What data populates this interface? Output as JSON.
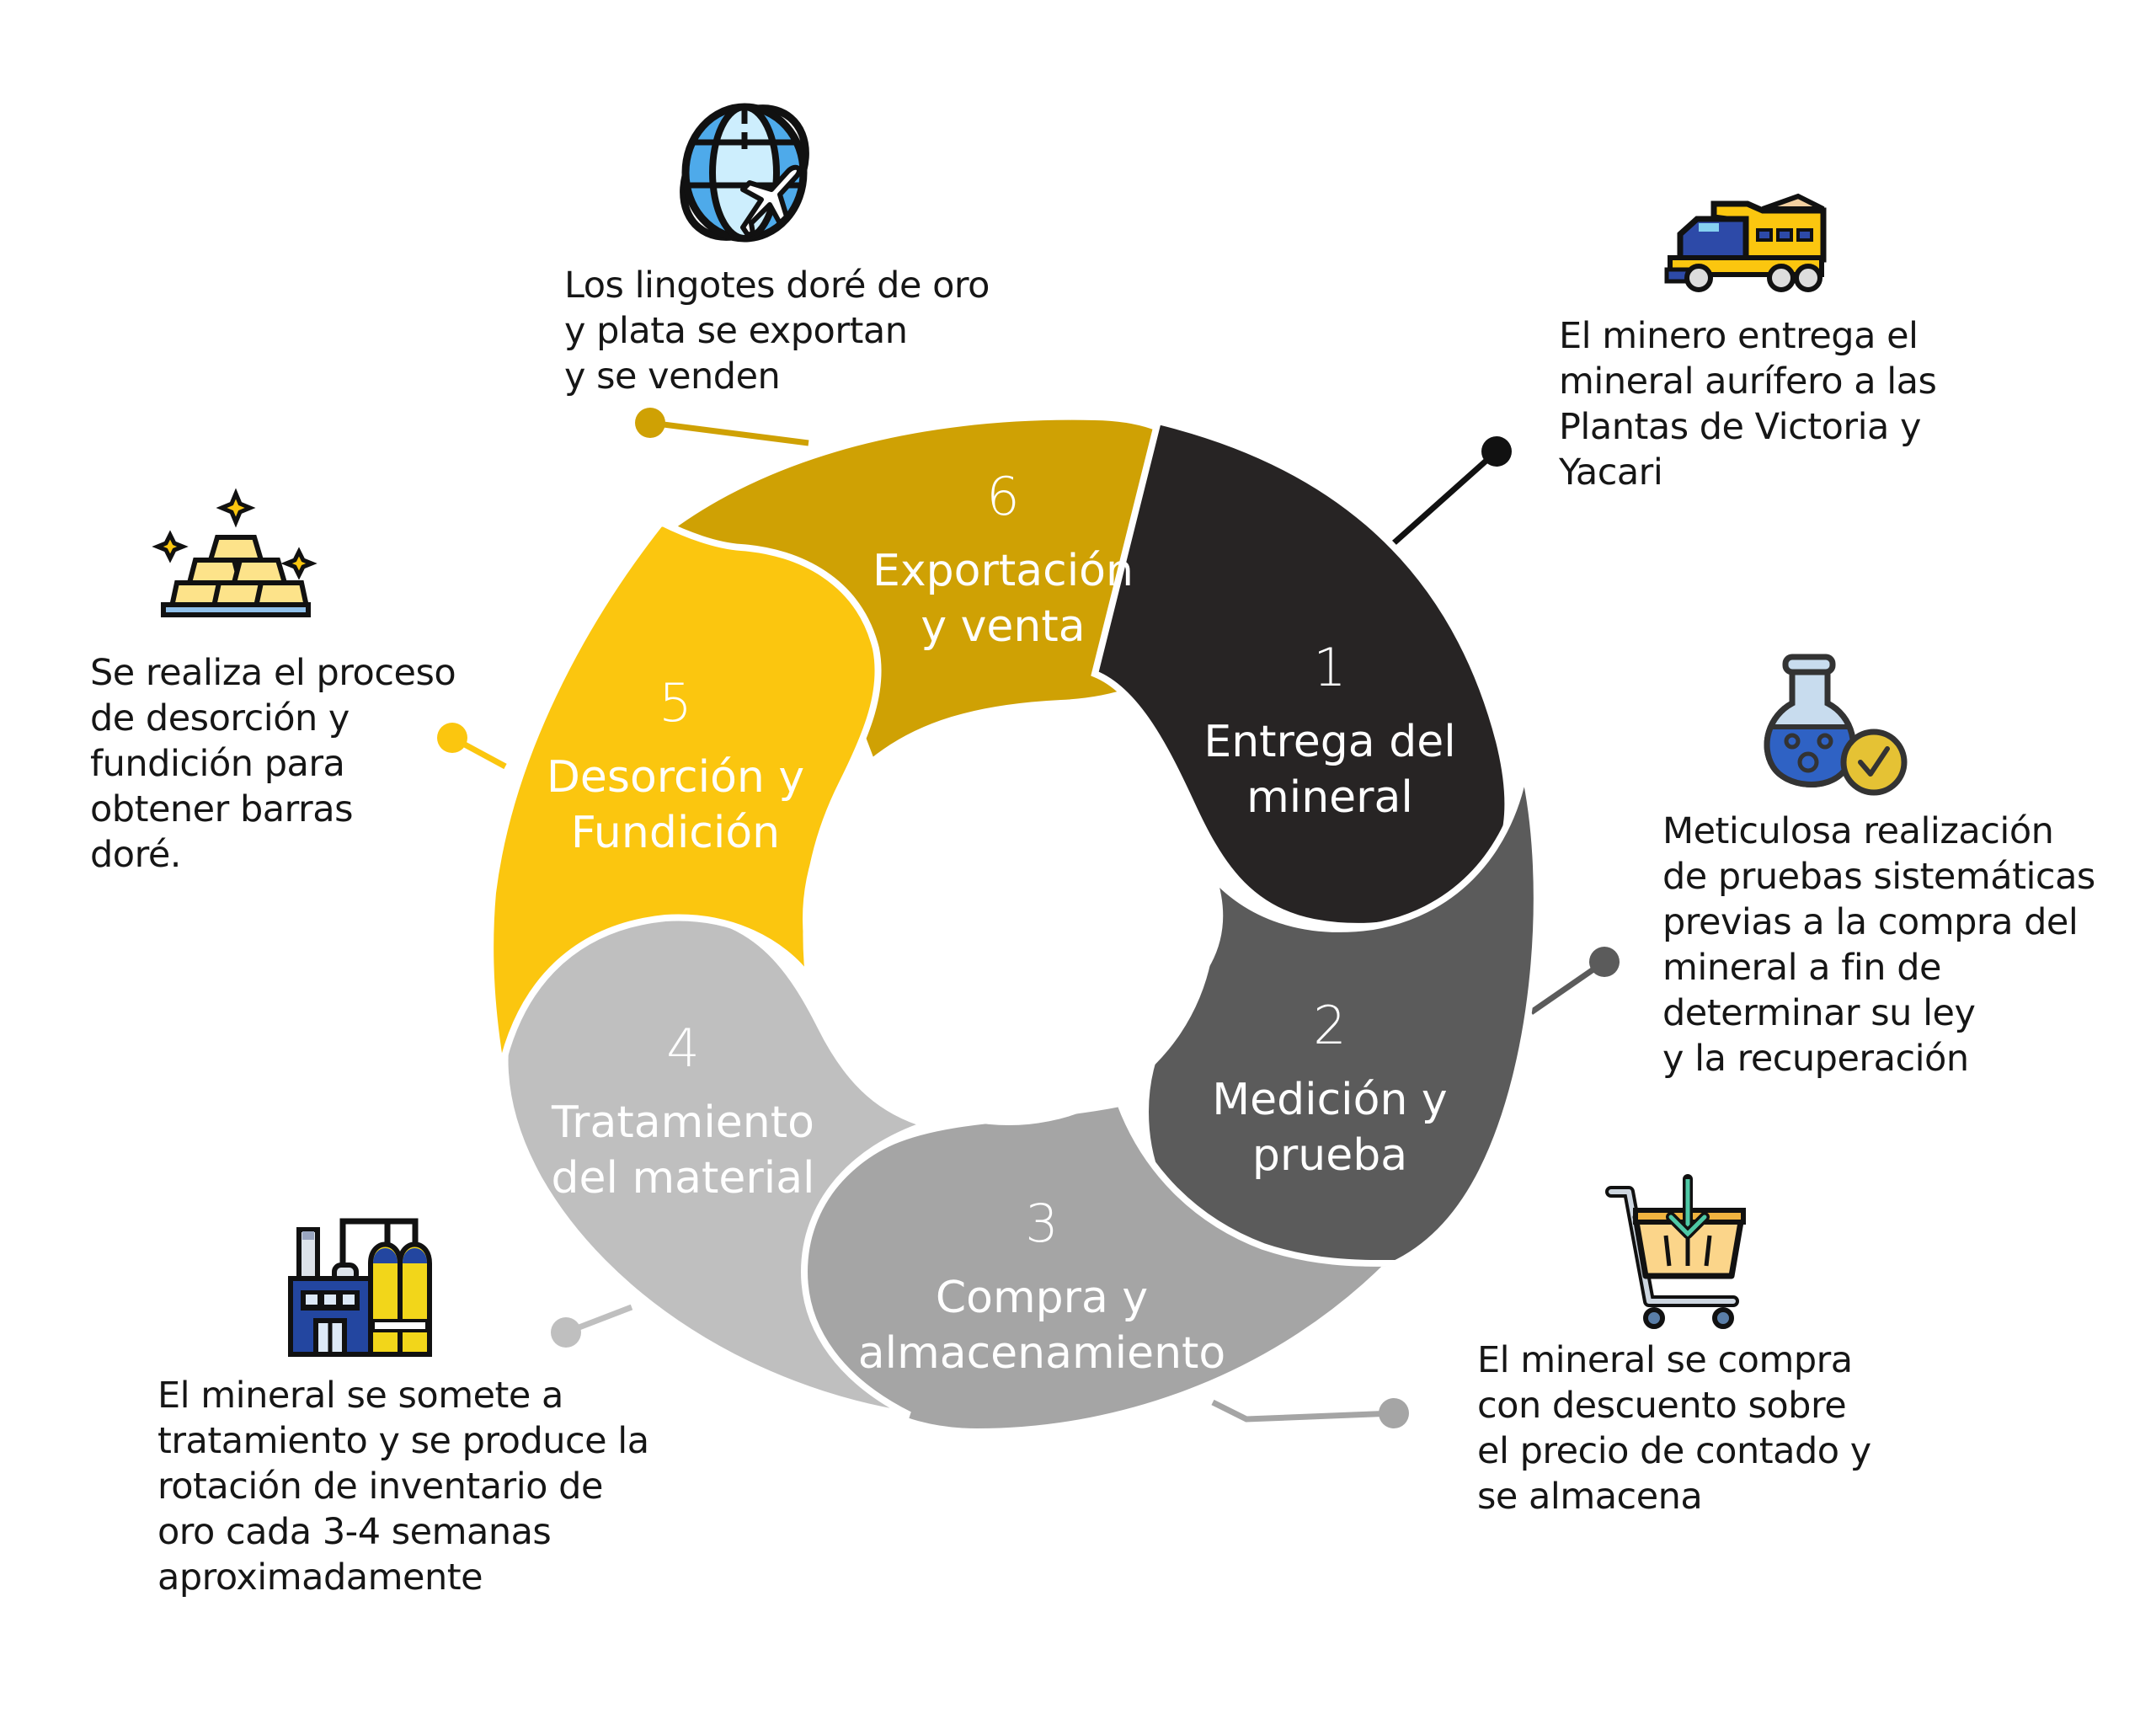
{
  "colors": {
    "step1": "#272424",
    "step2": "#5b5b5b",
    "step3": "#a5a5a5",
    "step4": "#bfbfbf",
    "step5": "#fbc60f",
    "step6": "#cfa104",
    "text": "#161616",
    "segment_text": "#ffffff"
  },
  "steps": [
    {
      "number": "1",
      "title": "Entrega del\nmineral",
      "icon": "dump-truck-icon",
      "description": "El minero entrega el\nmineral aurífero a las\nPlantas de Victoria y\nYacari"
    },
    {
      "number": "2",
      "title": "Medición y\nprueba",
      "icon": "flask-check-icon",
      "description": "Meticulosa realización\nde pruebas sistemáticas\nprevias a la compra del\nmineral a fin de\ndeterminar su ley\ny la recuperación"
    },
    {
      "number": "3",
      "title": "Compra y\nalmacenamiento",
      "icon": "shopping-cart-icon",
      "description": "El mineral se compra\ncon descuento sobre\nel precio de contado y\nse almacena"
    },
    {
      "number": "4",
      "title": "Tratamiento\ndel material",
      "icon": "factory-icon",
      "description": "El mineral se somete a\ntratamiento y se produce la\nrotación de inventario de\noro cada 3-4 semanas\naproximadamente"
    },
    {
      "number": "5",
      "title": "Desorción y\nFundición",
      "icon": "gold-bars-icon",
      "description": "Se realiza el proceso\nde desorción y\nfundición para\nobtener barras\ndoré."
    },
    {
      "number": "6",
      "title": "Exportación\ny venta",
      "icon": "globe-airplane-icon",
      "description": "Los lingotes doré de oro\ny plata se exportan\ny se venden"
    }
  ]
}
